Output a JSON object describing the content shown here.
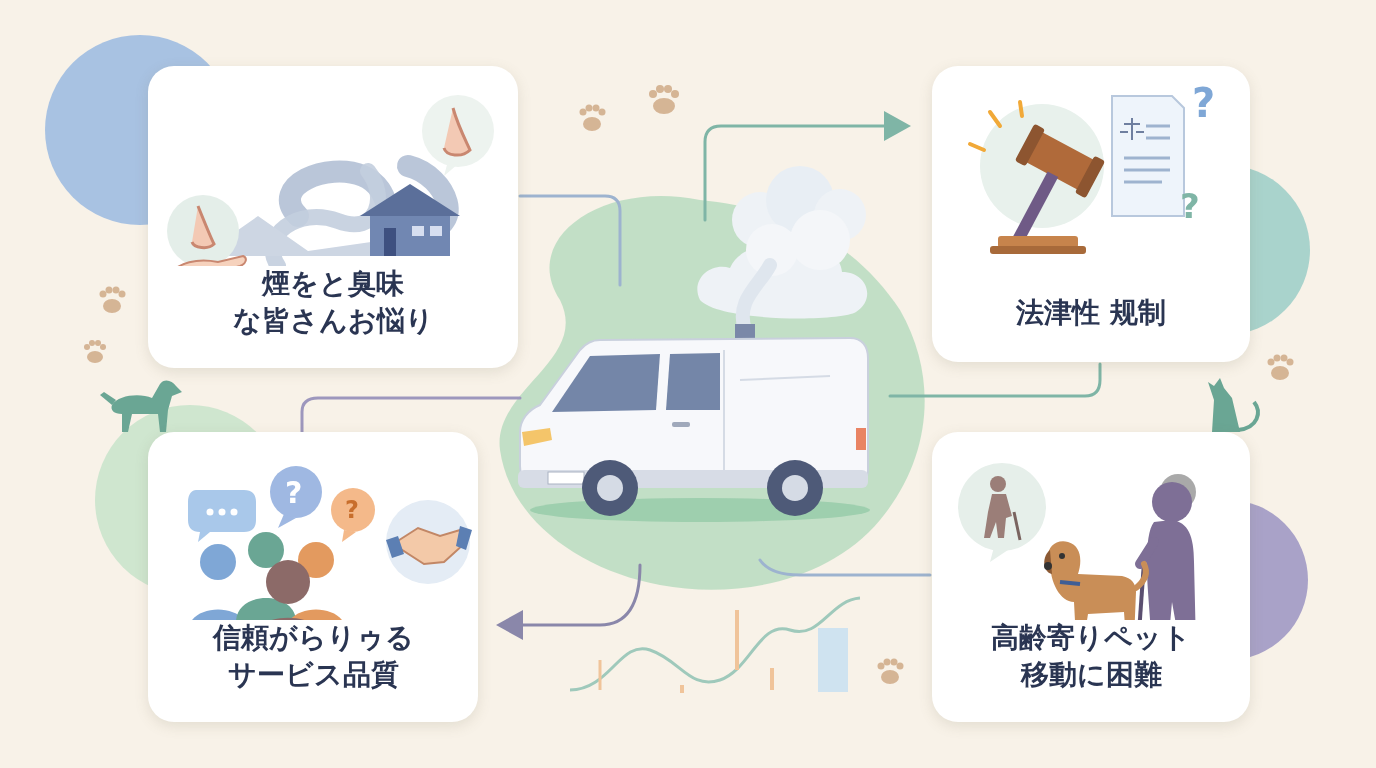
{
  "diagram": {
    "nodes": [
      {
        "text": [
          "煙をと臭味 な皆さんお悩り"
        ]
      },
      {
        "text": [
          "法津性 规制"
        ]
      },
      {
        "text": [
          "信頼がらりゥる サービス品質"
        ]
      },
      {
        "text": [
          "高齢寄りペット 移動に困難"
        ]
      }
    ],
    "labels": [
      "?",
      "?",
      "?",
      "?"
    ]
  }
}
